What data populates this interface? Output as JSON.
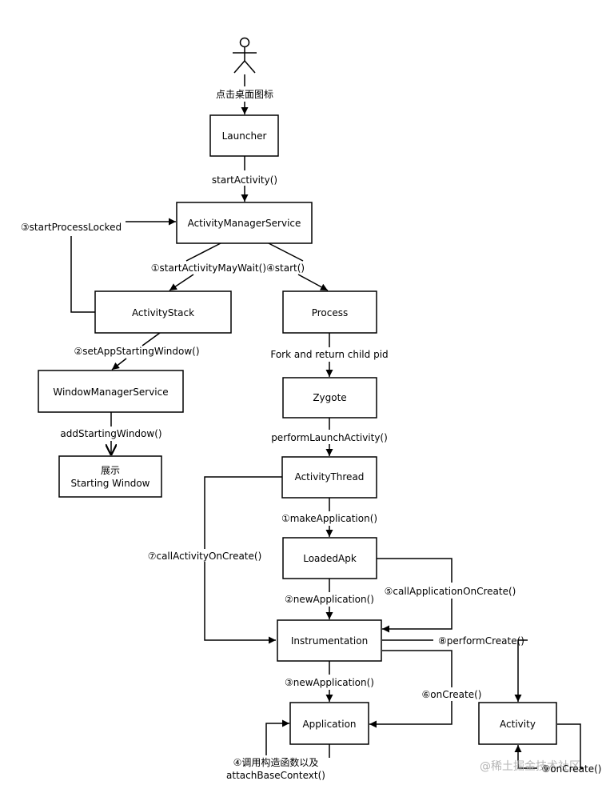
{
  "actor": {
    "label": "点击桌面图标"
  },
  "nodes": {
    "launcher": "Launcher",
    "ams": "ActivityManagerService",
    "activity_stack": "ActivityStack",
    "process": "Process",
    "wms": "WindowManagerService",
    "zygote": "Zygote",
    "starting_window_line1": "展示",
    "starting_window_line2": "Starting Window",
    "activity_thread": "ActivityThread",
    "loaded_apk": "LoadedApk",
    "instrumentation": "Instrumentation",
    "application": "Application",
    "activity": "Activity"
  },
  "edges": {
    "start_activity": "startActivity()",
    "start_process_locked": "③startProcessLocked",
    "start_activity_may_wait": "①startActivityMayWait()",
    "start": "④start()",
    "set_app_starting_window": "②setAppStartingWindow()",
    "fork": "Fork and return child pid",
    "add_starting_window": "addStartingWindow()",
    "perform_launch_activity": "performLaunchActivity()",
    "make_application": "①makeApplication()",
    "call_activity_on_create": "⑦callActivityOnCreate()",
    "new_application_2": "②newApplication()",
    "call_application_on_create": "⑤callApplicationOnCreate()",
    "perform_create": "⑧performCreate()",
    "new_application_3": "③newApplication()",
    "on_create_6": "⑥onCreate()",
    "constructor_line1": "④调用构造函数以及",
    "constructor_line2": "attachBaseContext()",
    "on_create_9": "⑨onCreate()"
  },
  "watermark": "@稀土掘金技术社区"
}
